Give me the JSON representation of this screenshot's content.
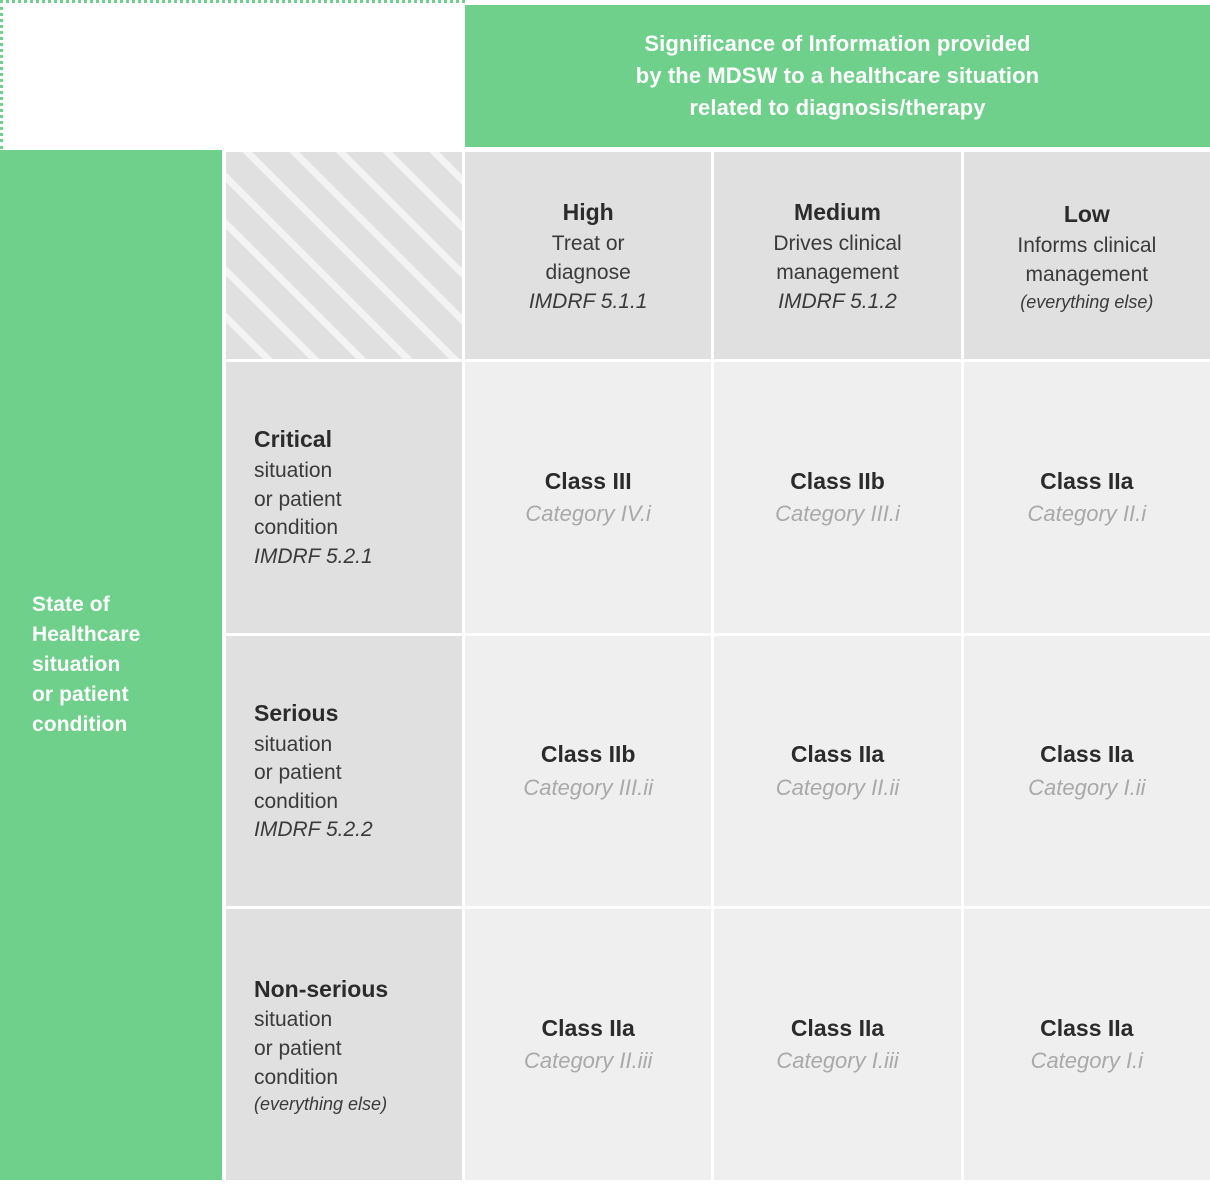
{
  "axes": {
    "top": {
      "label": "Significance of Information provided\nby the MDSW to a healthcare situation\nrelated to diagnosis/therapy"
    },
    "left": {
      "label": "State of\nHealthcare\nsituation\nor patient\ncondition"
    }
  },
  "colors": {
    "accent_green": "#6ed08a",
    "header_gray": "#e0e0e0",
    "cell_gray": "#efefef",
    "text_dark": "#2b2b2b",
    "text_muted": "#a9a9a9"
  },
  "columns": [
    {
      "title": "High",
      "description": "Treat or\ndiagnose",
      "reference": "IMDRF 5.1.1",
      "reference_small": false
    },
    {
      "title": "Medium",
      "description": "Drives clinical\nmanagement",
      "reference": "IMDRF 5.1.2",
      "reference_small": false
    },
    {
      "title": "Low",
      "description": "Informs clinical\nmanagement",
      "reference": "(everything else)",
      "reference_small": true
    }
  ],
  "rows": [
    {
      "title": "Critical",
      "description": "situation\nor patient\ncondition",
      "reference": "IMDRF 5.2.1",
      "reference_small": false,
      "cells": [
        {
          "class": "Class III",
          "category": "Category IV.i"
        },
        {
          "class": "Class IIb",
          "category": "Category III.i"
        },
        {
          "class": "Class IIa",
          "category": "Category II.i"
        }
      ]
    },
    {
      "title": "Serious",
      "description": "situation\nor patient\ncondition",
      "reference": "IMDRF 5.2.2",
      "reference_small": false,
      "cells": [
        {
          "class": "Class IIb",
          "category": "Category III.ii"
        },
        {
          "class": "Class IIa",
          "category": "Category II.ii"
        },
        {
          "class": "Class IIa",
          "category": "Category I.ii"
        }
      ]
    },
    {
      "title": "Non-serious",
      "description": "situation\nor patient\ncondition",
      "reference": "(everything else)",
      "reference_small": true,
      "cells": [
        {
          "class": "Class IIa",
          "category": "Category II.iii"
        },
        {
          "class": "Class IIa",
          "category": "Category I.iii"
        },
        {
          "class": "Class IIa",
          "category": "Category I.i"
        }
      ]
    }
  ]
}
